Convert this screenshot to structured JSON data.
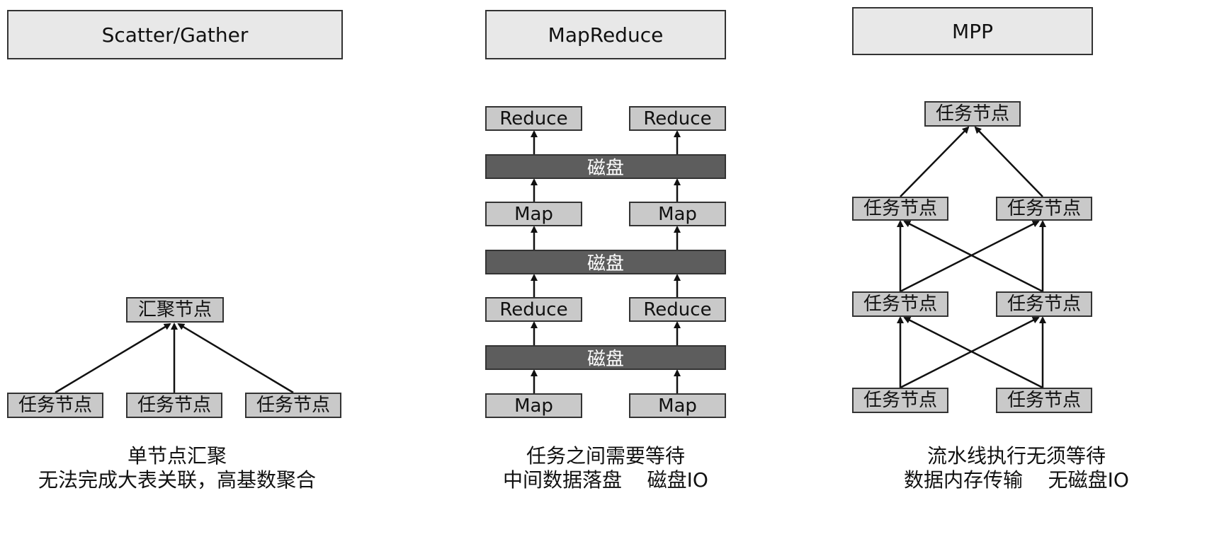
{
  "scatter_gather": {
    "title": "Scatter/Gather",
    "aggregator": "汇聚节点",
    "tasks": [
      "任务节点",
      "任务节点",
      "任务节点"
    ],
    "caption": [
      "单节点汇聚",
      "无法完成大表关联，高基数聚合"
    ]
  },
  "mapreduce": {
    "title": "MapReduce",
    "reduce_top": [
      "Reduce",
      "Reduce"
    ],
    "disk_1": "磁盘",
    "map_mid": [
      "Map",
      "Map"
    ],
    "disk_2": "磁盘",
    "reduce_mid": [
      "Reduce",
      "Reduce"
    ],
    "disk_3": "磁盘",
    "map_bottom": [
      "Map",
      "Map"
    ],
    "caption": [
      "任务之间需要等待",
      "中间数据落盘    磁盘IO"
    ]
  },
  "mpp": {
    "title": "MPP",
    "top": "任务节点",
    "layer2": [
      "任务节点",
      "任务节点"
    ],
    "layer3": [
      "任务节点",
      "任务节点"
    ],
    "layer4": [
      "任务节点",
      "任务节点"
    ],
    "caption": [
      "流水线执行无须等待",
      "数据内存传输    无磁盘IO"
    ]
  },
  "colors": {
    "node_fill": "#c9c9c9",
    "disk_fill": "#5d5d5d",
    "title_fill": "#e8e8e8",
    "border": "#333333"
  }
}
